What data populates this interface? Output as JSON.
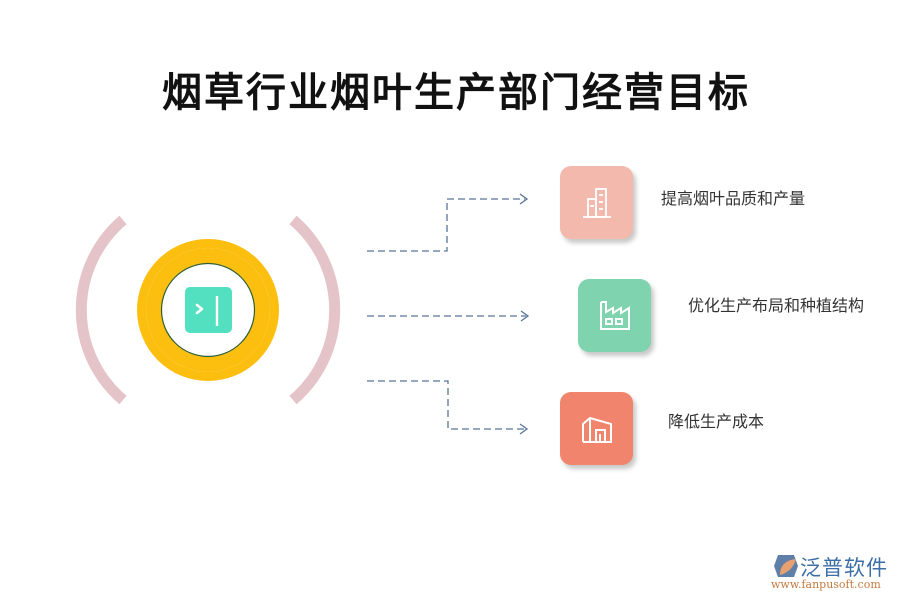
{
  "title": "烟草行业烟叶生产部门经营目标",
  "center": {
    "icon": "collapse-sidebar-icon",
    "colors": {
      "arc": "#e4c4c8",
      "ring": "#fdbf0f",
      "inner_border": "#2f5d2f",
      "square": "#52e0c0"
    }
  },
  "connector_color": "#5a7396",
  "goals": [
    {
      "label": "提高烟叶品质和产量",
      "icon": "building-icon",
      "color": "#f2b9ac"
    },
    {
      "label": "优化生产布局和种植结构",
      "icon": "factory-icon",
      "color": "#7fd3ae"
    },
    {
      "label": "降低生产成本",
      "icon": "warehouse-icon",
      "color": "#f0846c"
    }
  ],
  "logo": {
    "name": "泛普软件",
    "url": "www.fanpusoft.com"
  }
}
